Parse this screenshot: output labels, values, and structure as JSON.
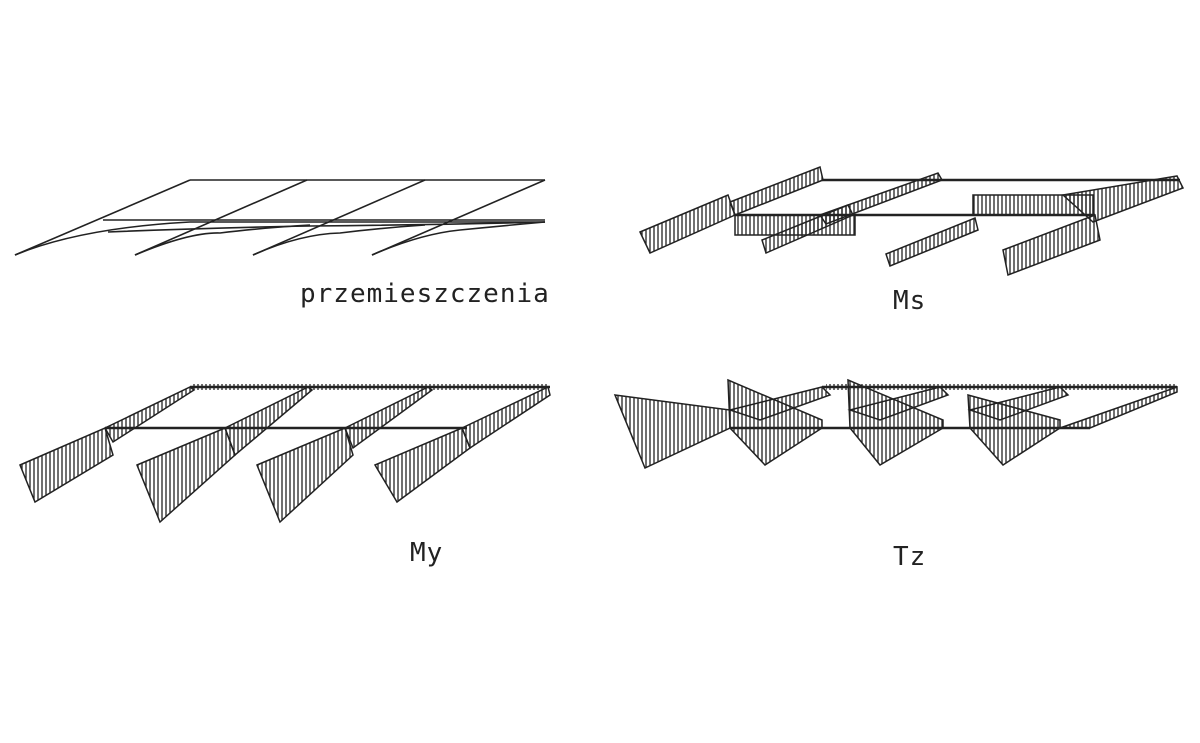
{
  "panels": [
    {
      "id": "displacements",
      "label": "przemieszczenia"
    },
    {
      "id": "ms",
      "label": "Ms"
    },
    {
      "id": "my",
      "label": "My"
    },
    {
      "id": "tz",
      "label": "Tz"
    }
  ],
  "colors": {
    "line": "#222222",
    "background": "#ffffff"
  }
}
